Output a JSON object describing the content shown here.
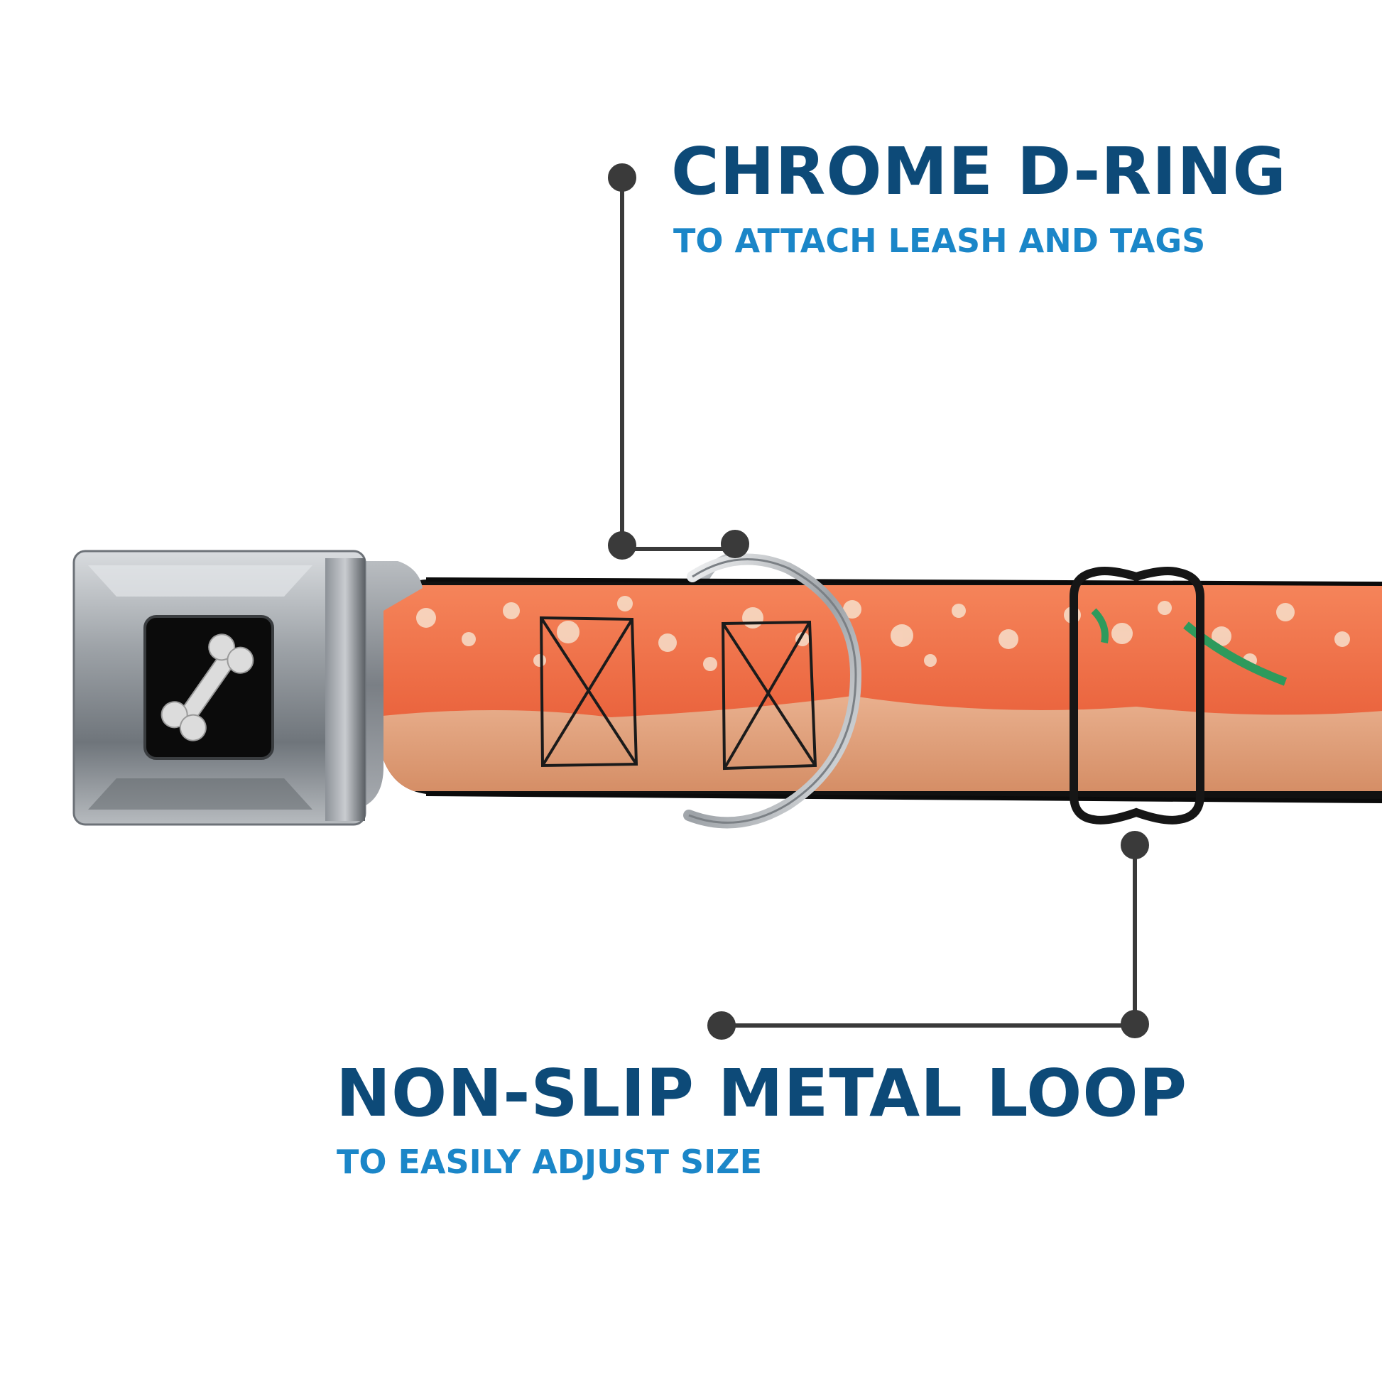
{
  "features": {
    "d_ring": {
      "title": "CHROME D-RING",
      "subtitle": "TO ATTACH LEASH AND TAGS"
    },
    "metal_loop": {
      "title": "NON-SLIP METAL LOOP",
      "subtitle": "TO EASILY ADJUST SIZE"
    }
  },
  "buckle": {
    "logo_icon": "bone-icon"
  },
  "colors": {
    "title": "#0d4a78",
    "subtitle": "#1b86c8",
    "callout_line": "#3a3a3a",
    "buckle_chrome": "#9aa0a6",
    "buckle_badge": "#0b0b0b",
    "strap_print": "#e8643a",
    "strap_crust": "#e4a37f",
    "loop": "#161616"
  }
}
